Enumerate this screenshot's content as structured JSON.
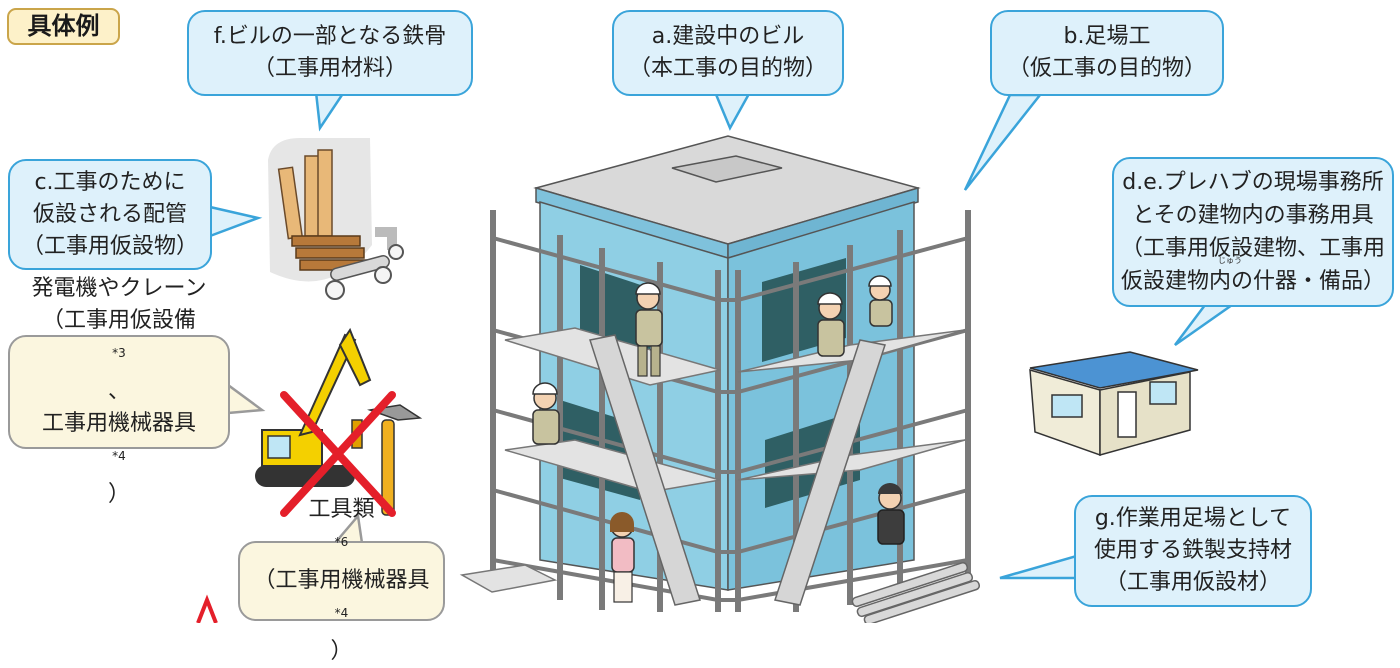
{
  "tag": "具体例",
  "bubbles": {
    "f": {
      "line1": "f.ビルの一部となる鉄骨",
      "line2": "（工事用材料）"
    },
    "a": {
      "line1": "a.建設中のビル",
      "line2": "（本工事の目的物）"
    },
    "b": {
      "line1": "b.足場工",
      "line2": "（仮工事の目的物）"
    },
    "c": {
      "line1": "c.工事のために",
      "line2": "仮設される配管",
      "line3": "（工事用仮設物）"
    },
    "d": {
      "line1": "d.e.プレハブの現場事務所",
      "line2": "とその建物内の事務用具",
      "line3": "（工事用仮設建物、工事用",
      "line4": "仮設建物内の什器・備品）",
      "ruby": "じゅう"
    },
    "gen": {
      "line1": "発電機やクレーン",
      "line2a": "（工事用仮設備",
      "sup1": "*3",
      "line2b": "、",
      "line3a": "工事用機械器具",
      "sup2": "*4",
      "line3b": "）"
    },
    "tool": {
      "line1a": "工具類",
      "sup1": "*6",
      "line2a": "（工事用機械器具",
      "sup2": "*4",
      "line2b": "）"
    },
    "g": {
      "line1": "g.作業用足場として",
      "line2": "使用する鉄製支持材",
      "line3": "（工事用仮設材）"
    }
  },
  "colors": {
    "bubble_border": "#3aa4da",
    "bubble_fill": "#def1fb",
    "note_border": "#9a9a9a",
    "note_fill": "#fbf6df",
    "building": "#8fcfe4",
    "cross": "#e41f2a",
    "crane": "#f4d000"
  }
}
